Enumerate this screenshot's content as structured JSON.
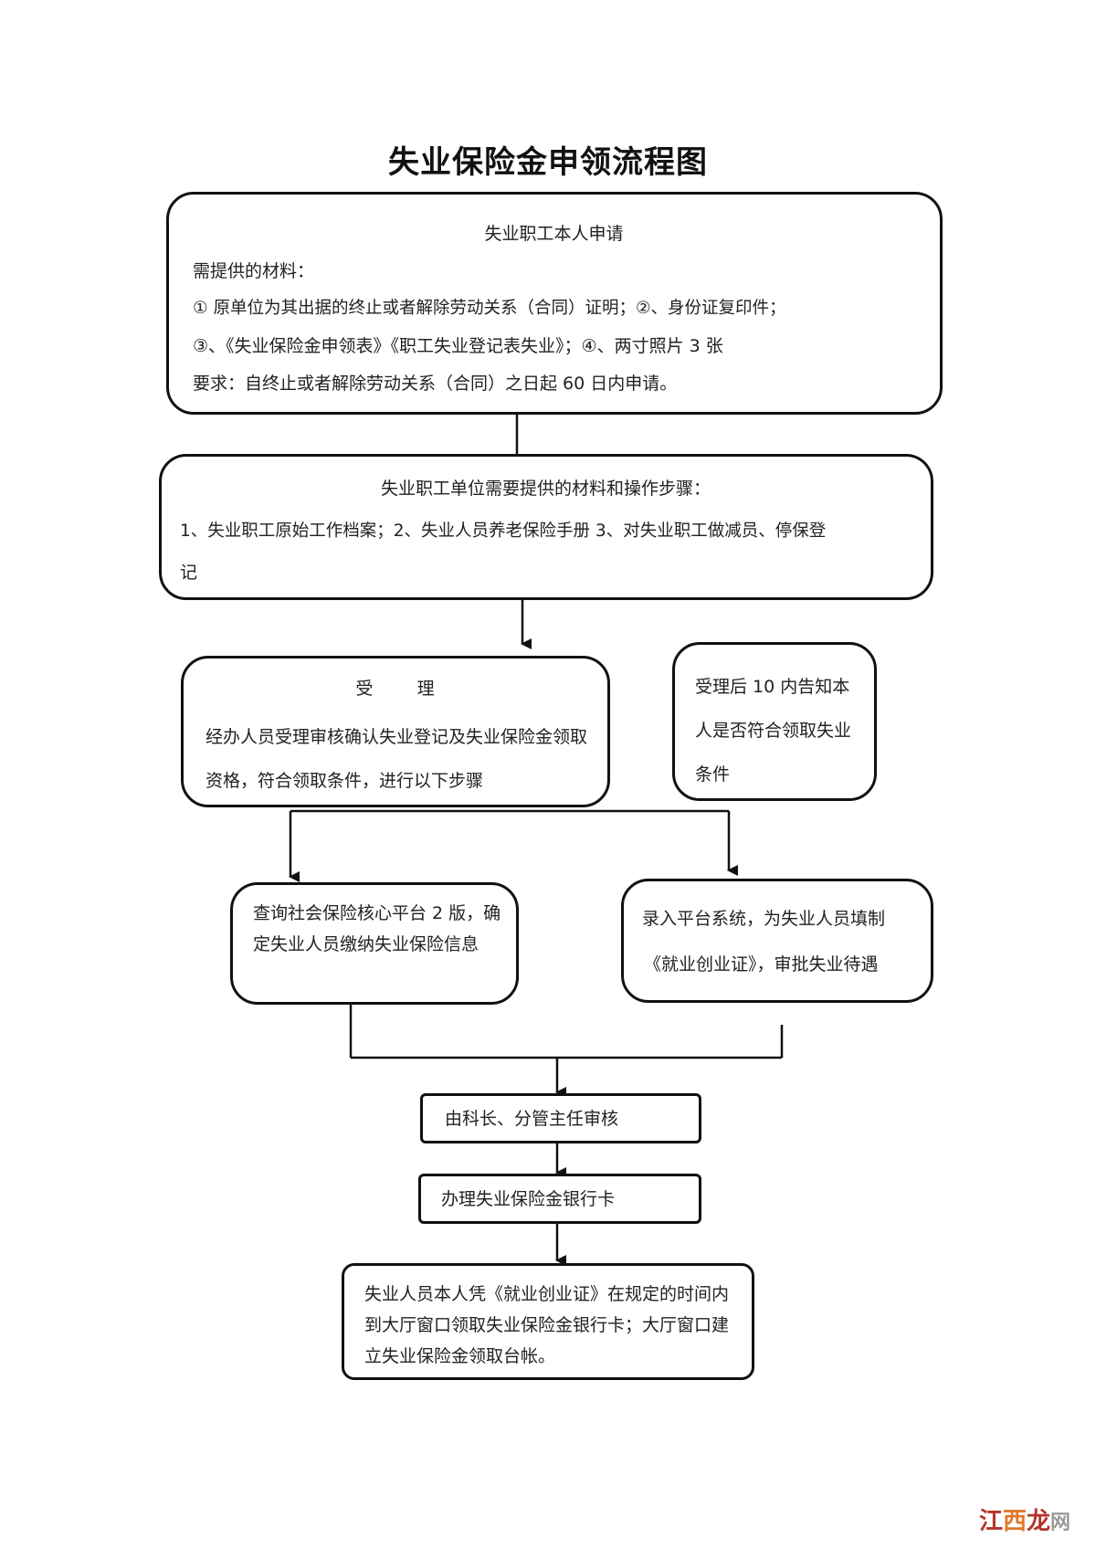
{
  "title": "失业保险金申领流程图",
  "box1": {
    "heading": "失业职工本人申请",
    "line1": "需提供的材料：",
    "line2": "①  原单位为其出据的终止或者解除劳动关系（合同）证明；②、身份证复印件；",
    "line3": "③、《失业保险金申领表》《职工失业登记表失业》；④、两寸照片 3 张",
    "line4": "要求：自终止或者解除劳动关系（合同）之日起 60 日内申请。"
  },
  "box2": {
    "heading": "失业职工单位需要提供的材料和操作步骤：",
    "line1": "1、失业职工原始工作档案；2、失业人员养老保险手册 3、对失业职工做减员、停保登",
    "line2": "记"
  },
  "box3": {
    "heading": "受        理",
    "body": "经办人员受理审核确认失业登记及失业保险金领取资格，符合领取条件，进行以下步骤"
  },
  "box4": {
    "body": "受理后 10 内告知本人是否符合领取失业条件"
  },
  "box5": {
    "body": "查询社会保险核心平台 2 版，确定失业人员缴纳失业保险信息"
  },
  "box6": {
    "line1": "录入平台系统，为失业人员填制",
    "line2": "《就业创业证》，审批失业待遇"
  },
  "box7": {
    "body": "由科长、分管主任审核"
  },
  "box8": {
    "body": "办理失业保险金银行卡"
  },
  "box9": {
    "body": "失业人员本人凭《就业创业证》在规定的时间内到大厅窗口领取失业保险金银行卡；大厅窗口建立失业保险金领取台帐。"
  },
  "watermark": {
    "part1": "江",
    "part2": "西",
    "part3": "龙",
    "domain": "网"
  }
}
